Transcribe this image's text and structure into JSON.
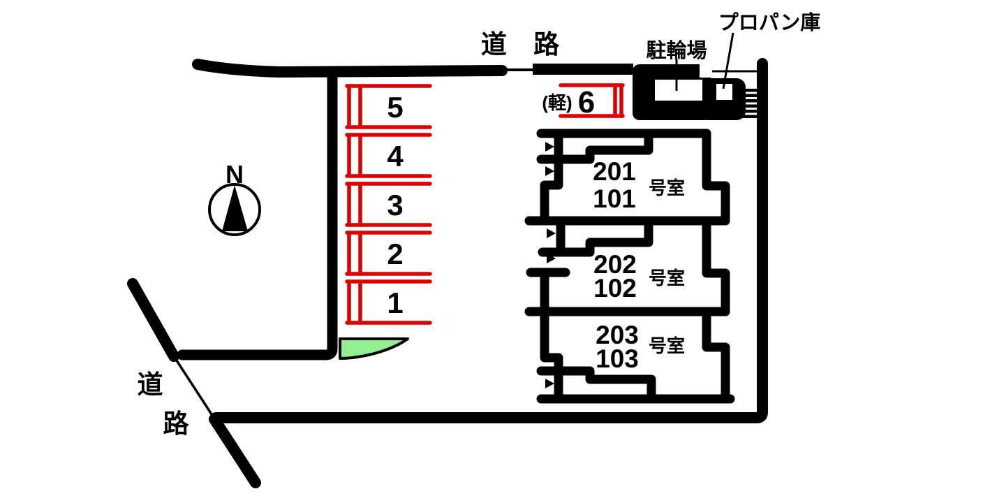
{
  "colors": {
    "red": "#dd0000",
    "green": "#90ee90",
    "black": "#000000"
  },
  "labels": {
    "road_top": "道  路",
    "road_bottom_upper": "道",
    "road_bottom_lower": "路",
    "bicycle_parking": "駐輪場",
    "propane_storage": "プロパン庫",
    "north": "N"
  },
  "parking": {
    "stalls": [
      {
        "label": "5"
      },
      {
        "label": "4"
      },
      {
        "label": "3"
      },
      {
        "label": "2"
      },
      {
        "label": "1"
      }
    ],
    "kei_stall": {
      "prefix": "(軽)",
      "label": "6"
    }
  },
  "building": {
    "units": [
      {
        "upper": "201",
        "lower": "101",
        "suffix": "号室"
      },
      {
        "upper": "202",
        "lower": "102",
        "suffix": "号室"
      },
      {
        "upper": "203",
        "lower": "103",
        "suffix": "号室"
      }
    ]
  }
}
